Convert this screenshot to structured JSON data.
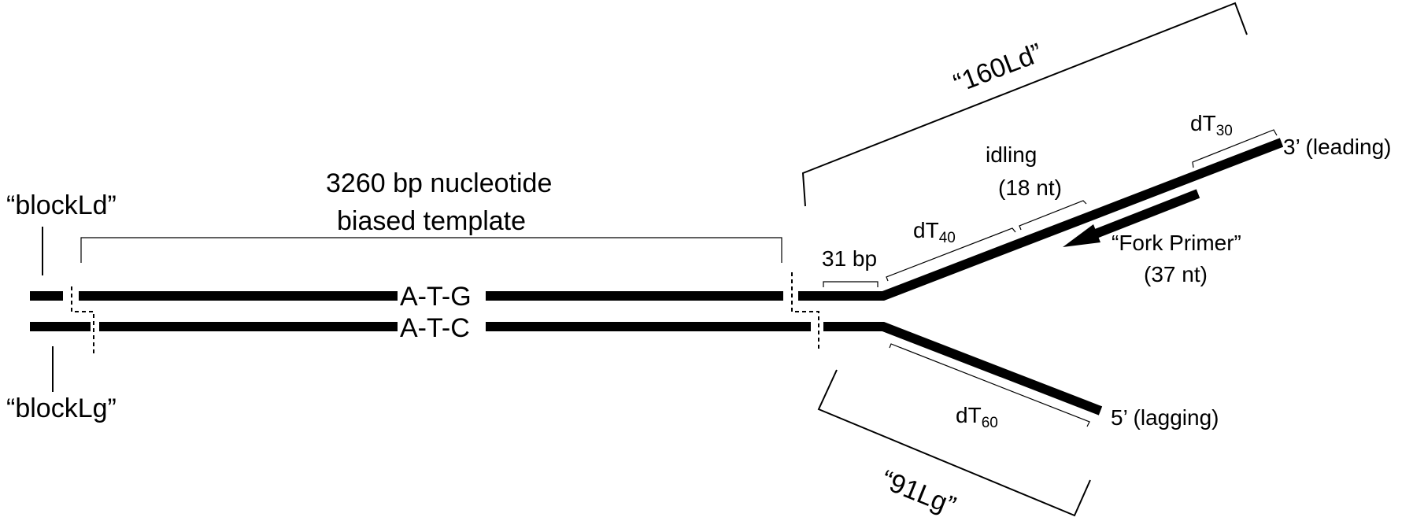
{
  "labels": {
    "block_ld": "“blockLd”",
    "block_lg": "“blockLg”",
    "template_line1": "3260 bp nucleotide",
    "template_line2": "biased template",
    "codon_top": "A-T-G",
    "codon_bottom": "A-T-C",
    "gap_31bp": "31 bp",
    "dt40_main": "dT",
    "dt40_sub": "40",
    "idling_line1": "idling",
    "idling_line2": "(18 nt)",
    "dt30_main": "dT",
    "dt30_sub": "30",
    "end_leading": "3’ (leading)",
    "end_lagging": "5’ (lagging)",
    "fork_primer_line1": "“Fork Primer”",
    "fork_primer_line2": "(37 nt)",
    "dt60_main": "dT",
    "dt60_sub": "60",
    "oligo_160ld": "“160Ld”",
    "oligo_91lg": "“91Lg”"
  }
}
